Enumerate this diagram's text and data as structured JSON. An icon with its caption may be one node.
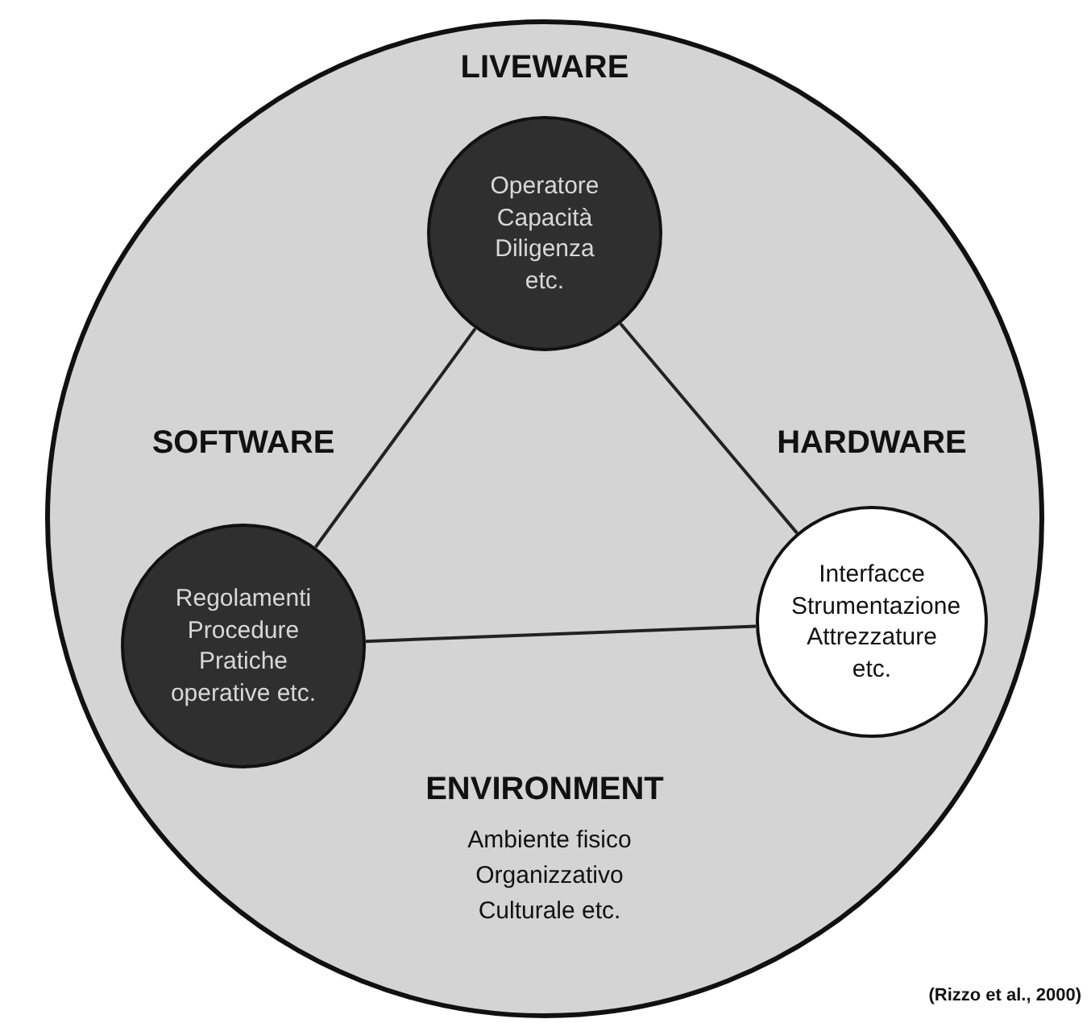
{
  "diagram": {
    "nodes": [
      {
        "text": [
          "ENVIRONMENT",
          "Ambiente fisico Organizzativo Culturale etc."
        ]
      },
      {
        "text": [
          "LIVEWARE",
          "Operatore Capacità Diligenza etc."
        ],
        "in": 0
      },
      {
        "text": [
          "SOFTWARE",
          "Regolamenti Procedure Pratiche operative etc."
        ],
        "in": 0
      },
      {
        "text": [
          "HARDWARE",
          "Interfacce Strumentazione Attrezzature etc."
        ],
        "in": 0
      }
    ],
    "edges": [
      {
        "from": 1,
        "to": 2,
        "arrow": "none"
      },
      {
        "from": 1,
        "to": 3,
        "arrow": "none"
      },
      {
        "from": 2,
        "to": 3,
        "arrow": "none"
      }
    ],
    "labels": [
      "(Rizzo et al., 2000)"
    ]
  }
}
